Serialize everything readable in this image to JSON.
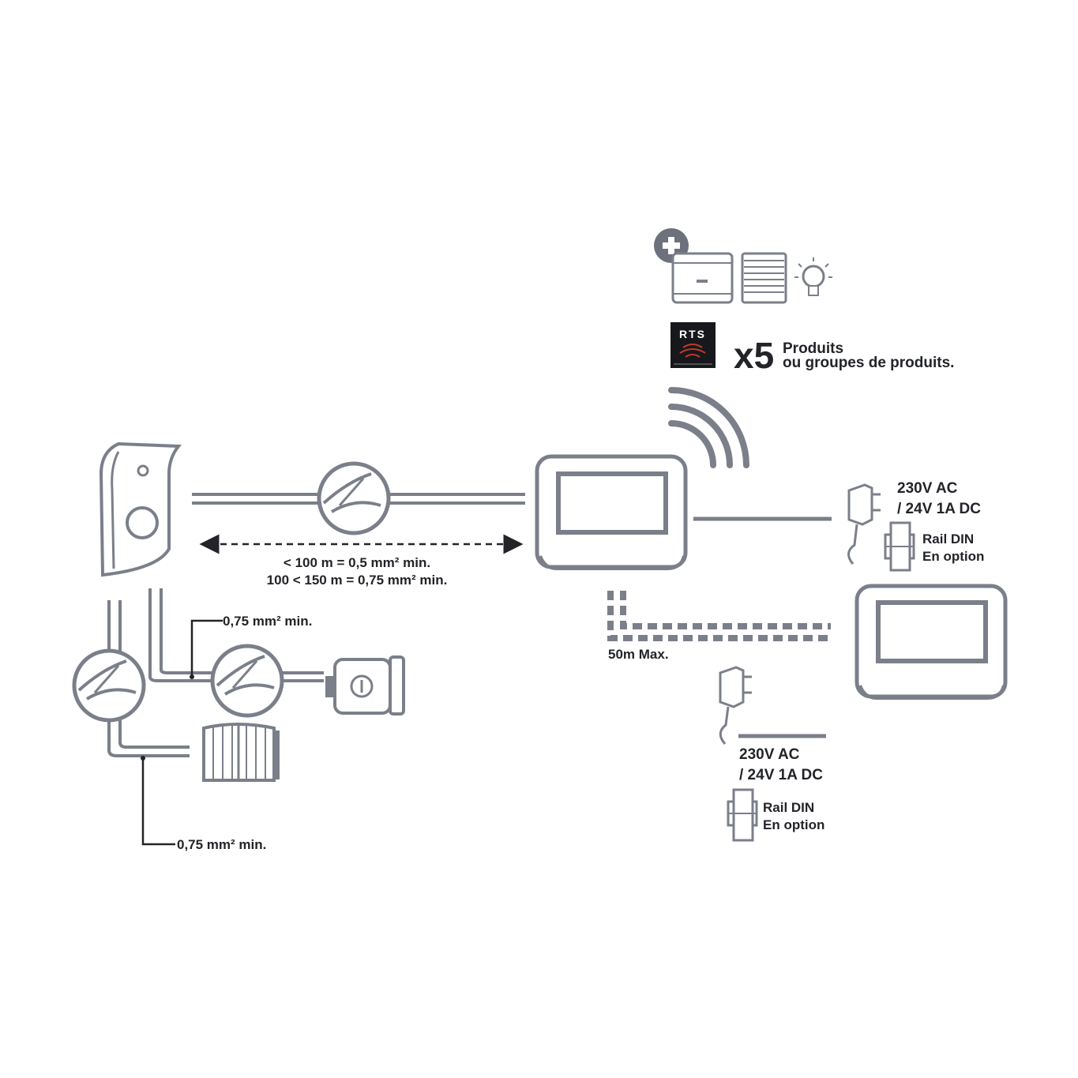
{
  "rts_badge": {
    "text": "RTS",
    "colors": {
      "badge_bg": "#17181c",
      "waves": "#c0392b"
    }
  },
  "rts_count": {
    "multiplier": "x5",
    "line1": "Produits",
    "line2": "ou groupes de produits."
  },
  "cable_main": {
    "line1": "< 100 m = 0,5 mm² min.",
    "line2": "100 < 150 m = 0,75 mm² min."
  },
  "cable_lock": "0,75 mm² min.",
  "cable_gate": "0,75 mm² min.",
  "power_monitor_1": {
    "line1": "230V AC",
    "line2": "/ 24V 1A DC",
    "rail_line1": "Rail DIN",
    "rail_line2": "En option"
  },
  "power_monitor_2": {
    "line1": "230V AC",
    "line2": "/ 24V 1A DC",
    "rail_line1": "Rail DIN",
    "rail_line2": "En option"
  },
  "bus_distance": "50m Max.",
  "icons": [
    "plus-icon",
    "awning-icon",
    "roller-shutter-icon",
    "light-bulb-icon",
    "rts-badge-icon",
    "door-station-icon",
    "cable-cross-section-icon",
    "electric-lock-icon",
    "gate-icon",
    "monitor-icon",
    "wireless-waves-icon",
    "power-adapter-icon",
    "din-rail-module-icon"
  ],
  "colors": {
    "line": "#7b7f8a",
    "text": "#222428",
    "device_fill": "#ffffff",
    "background": "#ffffff"
  }
}
